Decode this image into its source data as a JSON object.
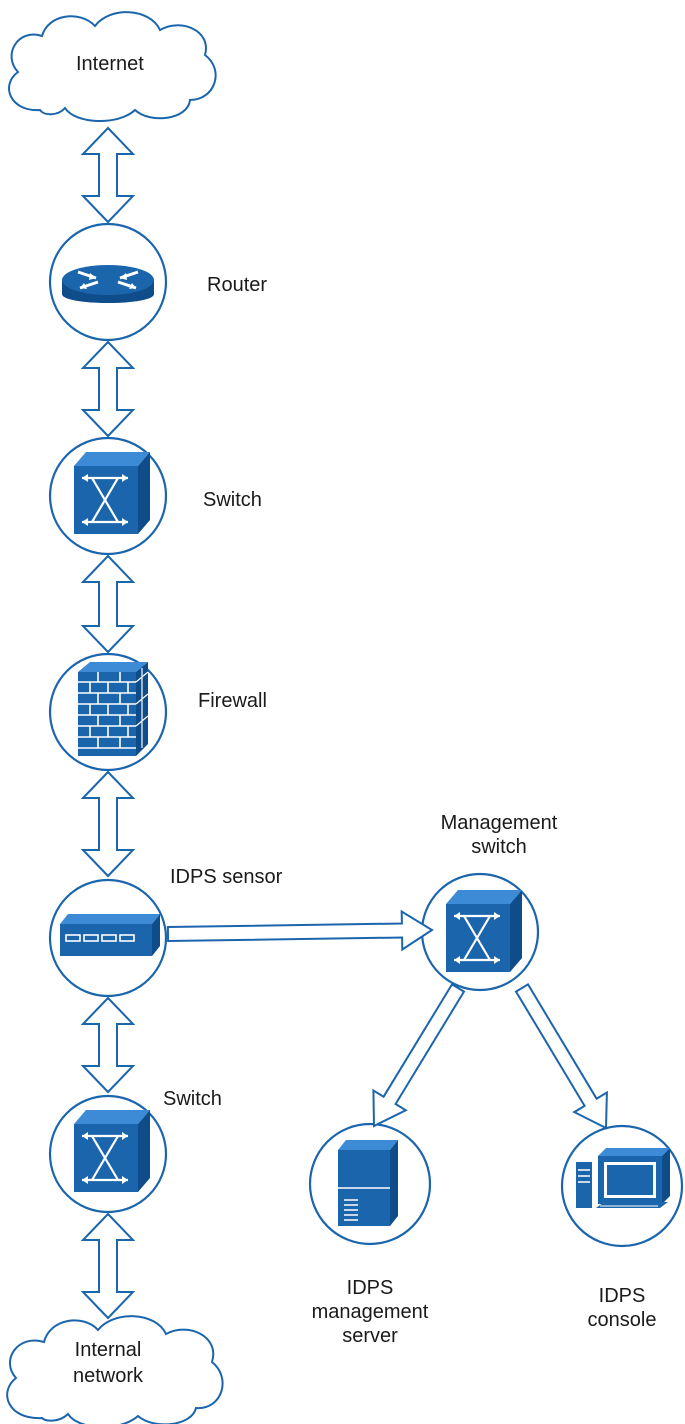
{
  "nodes": {
    "internet": {
      "label": "Internet"
    },
    "router": {
      "label": "Router"
    },
    "switch_top": {
      "label": "Switch"
    },
    "firewall": {
      "label": "Firewall"
    },
    "idps_sensor": {
      "label": "IDPS sensor"
    },
    "switch_bottom": {
      "label": "Switch"
    },
    "internal_network": {
      "label_line1": "Internal",
      "label_line2": "network"
    },
    "management_switch": {
      "label_line1": "Management",
      "label_line2": "switch"
    },
    "idps_management_server": {
      "label_line1": "IDPS",
      "label_line2": "management",
      "label_line3": "server"
    },
    "idps_console": {
      "label_line1": "IDPS",
      "label_line2": "console"
    }
  },
  "icons": {
    "router": "router-icon",
    "switch": "switch-icon",
    "firewall": "firewall-brick-icon",
    "sensor": "sensor-appliance-icon",
    "server": "server-tower-icon",
    "console": "workstation-icon",
    "cloud": "cloud-icon"
  },
  "colors": {
    "device_blue": "#1b65ad",
    "outline_blue": "#1b65ad",
    "text": "#1a1a1a"
  }
}
